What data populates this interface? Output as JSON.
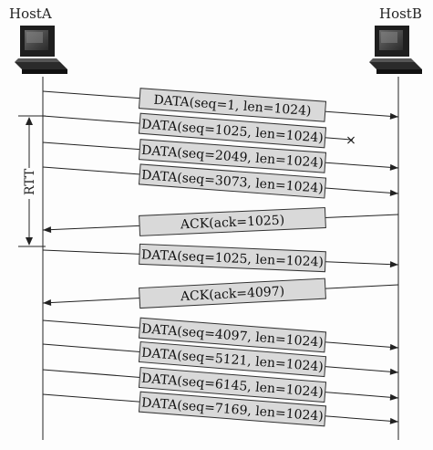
{
  "hosts": {
    "a": {
      "label": "HostA"
    },
    "b": {
      "label": "HostB"
    }
  },
  "rtt_label": "RTT",
  "messages": [
    {
      "text": "DATA(seq=1, len=1024)",
      "direction": "a-to-b",
      "lost": false
    },
    {
      "text": "DATA(seq=1025, len=1024)",
      "direction": "a-to-b",
      "lost": true
    },
    {
      "text": "DATA(seq=2049, len=1024)",
      "direction": "a-to-b",
      "lost": false
    },
    {
      "text": "DATA(seq=3073, len=1024)",
      "direction": "a-to-b",
      "lost": false
    },
    {
      "text": "ACK(ack=1025)",
      "direction": "b-to-a",
      "lost": false
    },
    {
      "text": "DATA(seq=1025, len=1024)",
      "direction": "a-to-b",
      "lost": false
    },
    {
      "text": "ACK(ack=4097)",
      "direction": "b-to-a",
      "lost": false
    },
    {
      "text": "DATA(seq=4097, len=1024)",
      "direction": "a-to-b",
      "lost": false
    },
    {
      "text": "DATA(seq=5121, len=1024)",
      "direction": "a-to-b",
      "lost": false
    },
    {
      "text": "DATA(seq=6145, len=1024)",
      "direction": "a-to-b",
      "lost": false
    },
    {
      "text": "DATA(seq=7169, len=1024)",
      "direction": "a-to-b",
      "lost": false
    }
  ],
  "loss_marker": "×"
}
